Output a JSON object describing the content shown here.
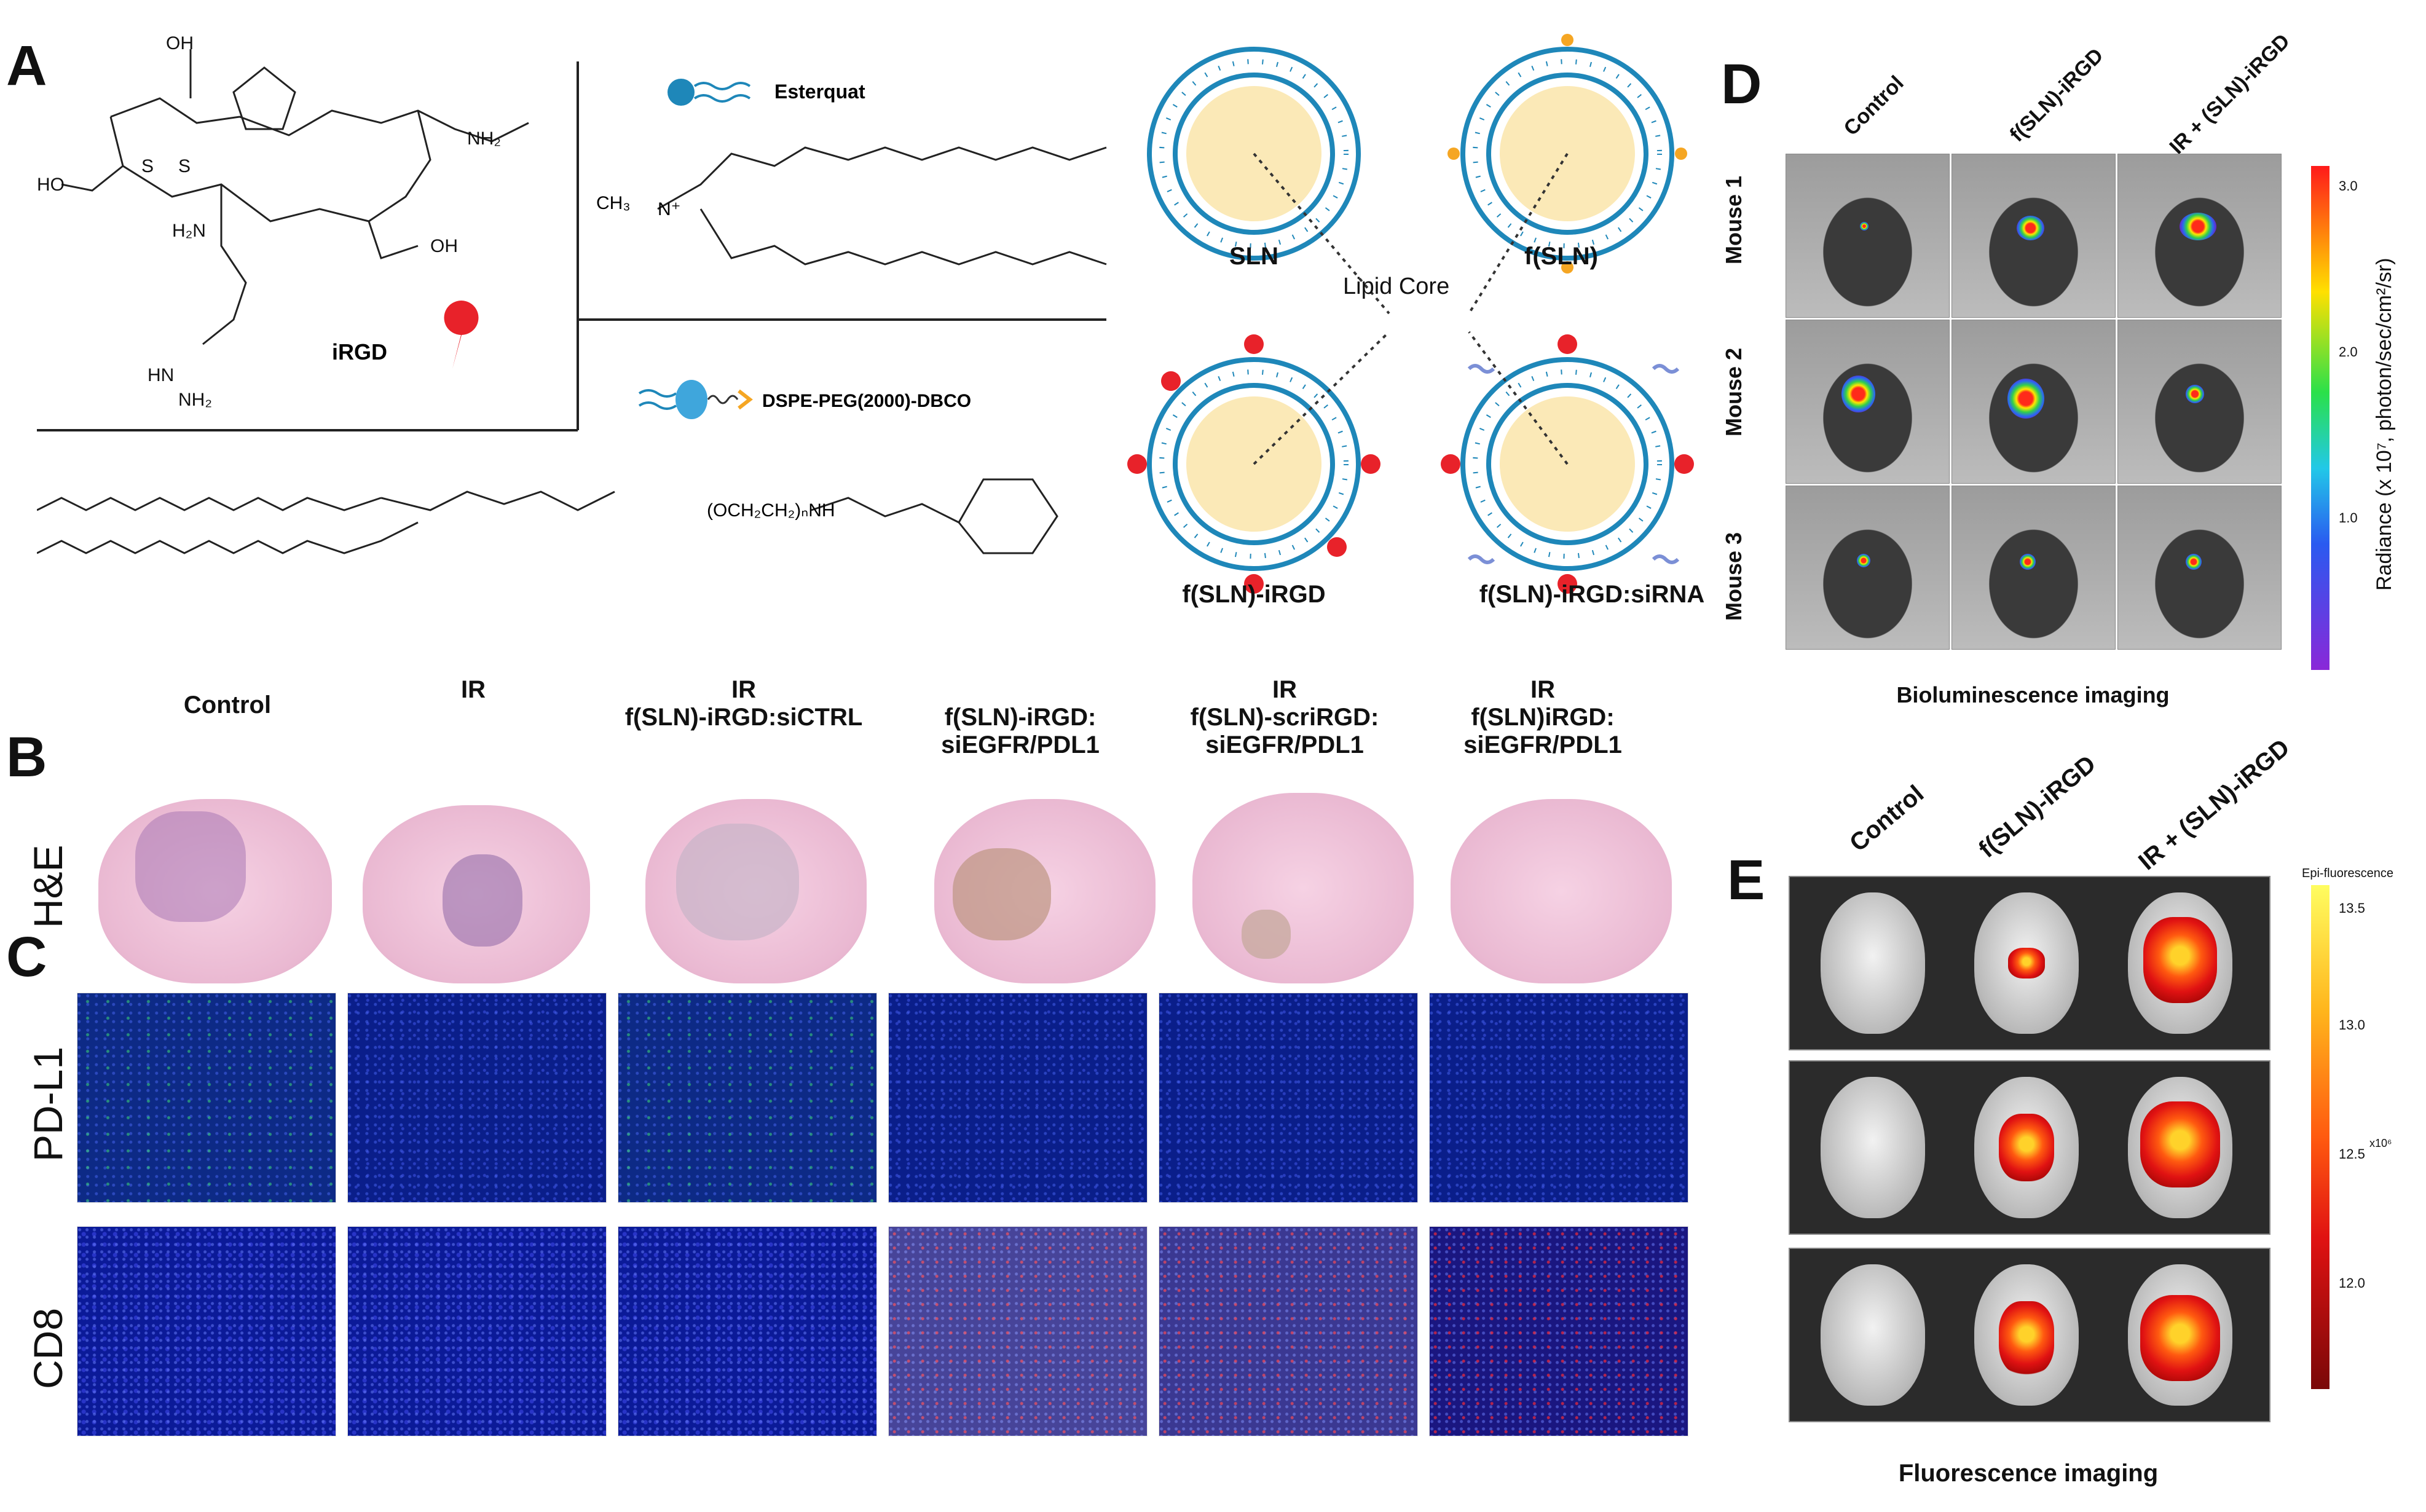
{
  "panel_labels": [
    "A",
    "B",
    "C",
    "D",
    "E"
  ],
  "panel_a": {
    "molecules": {
      "iRGD": "iRGD",
      "esterquat": "Esterquat",
      "dspe": "DSPE-PEG(2000)-DBCO",
      "peg_text": "(OCH₂CH₂)ₙNH"
    },
    "nanoparticles": [
      "SLN",
      "f(SLN)",
      "f(SLN)-iRGD",
      "f(SLN)-iRGD:siRNA"
    ],
    "core_label": "Lipid Core"
  },
  "panel_b": {
    "conditions": [
      {
        "line1": "",
        "line2": "Control"
      },
      {
        "line1": "IR",
        "line2": ""
      },
      {
        "line1": "IR",
        "line2": "f(SLN)-iRGD:siCTRL"
      },
      {
        "line1": "f(SLN)-iRGD:",
        "line2": "siEGFR/PDL1"
      },
      {
        "line1": "IR",
        "line2": "f(SLN)-scriRGD:",
        "line3": "siEGFR/PDL1"
      },
      {
        "line1": "IR",
        "line2": "f(SLN)iRGD:",
        "line3": "siEGFR/PDL1"
      }
    ],
    "row_label": "H&E"
  },
  "panel_c": {
    "rows": [
      "PD-L1",
      "CD8"
    ]
  },
  "panel_d": {
    "columns": [
      "Control",
      "f(SLN)-iRGD",
      "IR + (SLN)-iRGD"
    ],
    "rows": [
      "Mouse 1",
      "Mouse 2",
      "Mouse 3"
    ],
    "caption": "Bioluminescence imaging",
    "colorbar_label": "Radiance (x 10⁷, photon/sec/cm²/sr)",
    "colorbar_ticks": [
      "3.0",
      "2.0",
      "1.0"
    ]
  },
  "panel_e": {
    "columns": [
      "Control",
      "f(SLN)-iRGD",
      "IR + (SLN)-iRGD"
    ],
    "caption": "Fluorescence imaging",
    "colorbar_title": "Epi-fluorescence",
    "colorbar_ticks": [
      "13.5",
      "13.0",
      "12.5",
      "12.0"
    ],
    "colorbar_exp": "x10⁶"
  },
  "colors": {
    "iRGD_red": "#e8222a",
    "lipid_blue": "#1e87b9",
    "core": "#fbe9b7"
  }
}
